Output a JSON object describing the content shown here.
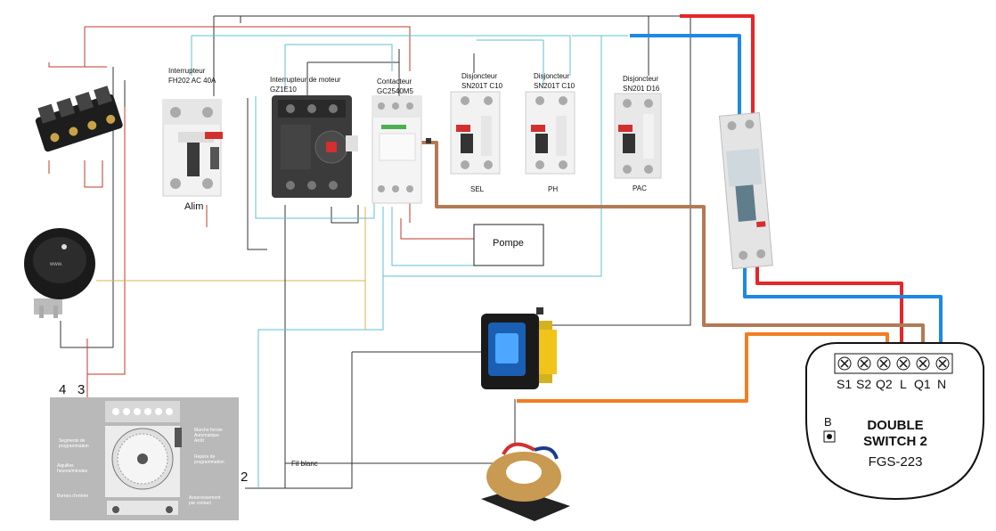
{
  "breakers": {
    "main": {
      "title": "Interrupteur",
      "model": "FH202 AC 40A",
      "caption": "Alim"
    },
    "motor": {
      "title": "Interrupteur de moteur",
      "model": "GZ1E10"
    },
    "contactor": {
      "title": "Contacteur",
      "model": "GC2540M5"
    },
    "sel": {
      "title": "Disjoncteur",
      "model": "SN201T C10",
      "caption": "SEL"
    },
    "ph": {
      "title": "Disjoncteur",
      "model": "SN201T C10",
      "caption": "PH"
    },
    "pac": {
      "title": "Disjoncteur",
      "model": "SN201 D16",
      "caption": "PAC"
    }
  },
  "pump": {
    "label": "Pompe"
  },
  "wire_label": "Fil blanc",
  "timer": {
    "pin_labels": [
      "4",
      "3"
    ],
    "side_label": "2",
    "left_notes": [
      "Segments de\nprogrammation",
      "Aiguilles\nheures/minutes",
      "Bornes d'entrée"
    ],
    "right_notes": [
      "Marche forcée\nAutomatique\nArrêt",
      "Repère de\nprogrammation",
      "Asservissement\npar contact"
    ]
  },
  "switch_module": {
    "terminals": [
      "S1",
      "S2",
      "Q2",
      "L",
      "Q1",
      "N"
    ],
    "button_label": "B",
    "name_line1": "DOUBLE",
    "name_line2": "SWITCH 2",
    "model": "FGS-223"
  },
  "colors": {
    "phase_red": "#e5262a",
    "neutral_blue": "#1e88e5",
    "brown": "#b27a55",
    "orange": "#f27d22",
    "cyan_wire": "#5ec2d2",
    "dark_red_wire": "#c0392b",
    "yellow_wire": "#d9b44a"
  }
}
